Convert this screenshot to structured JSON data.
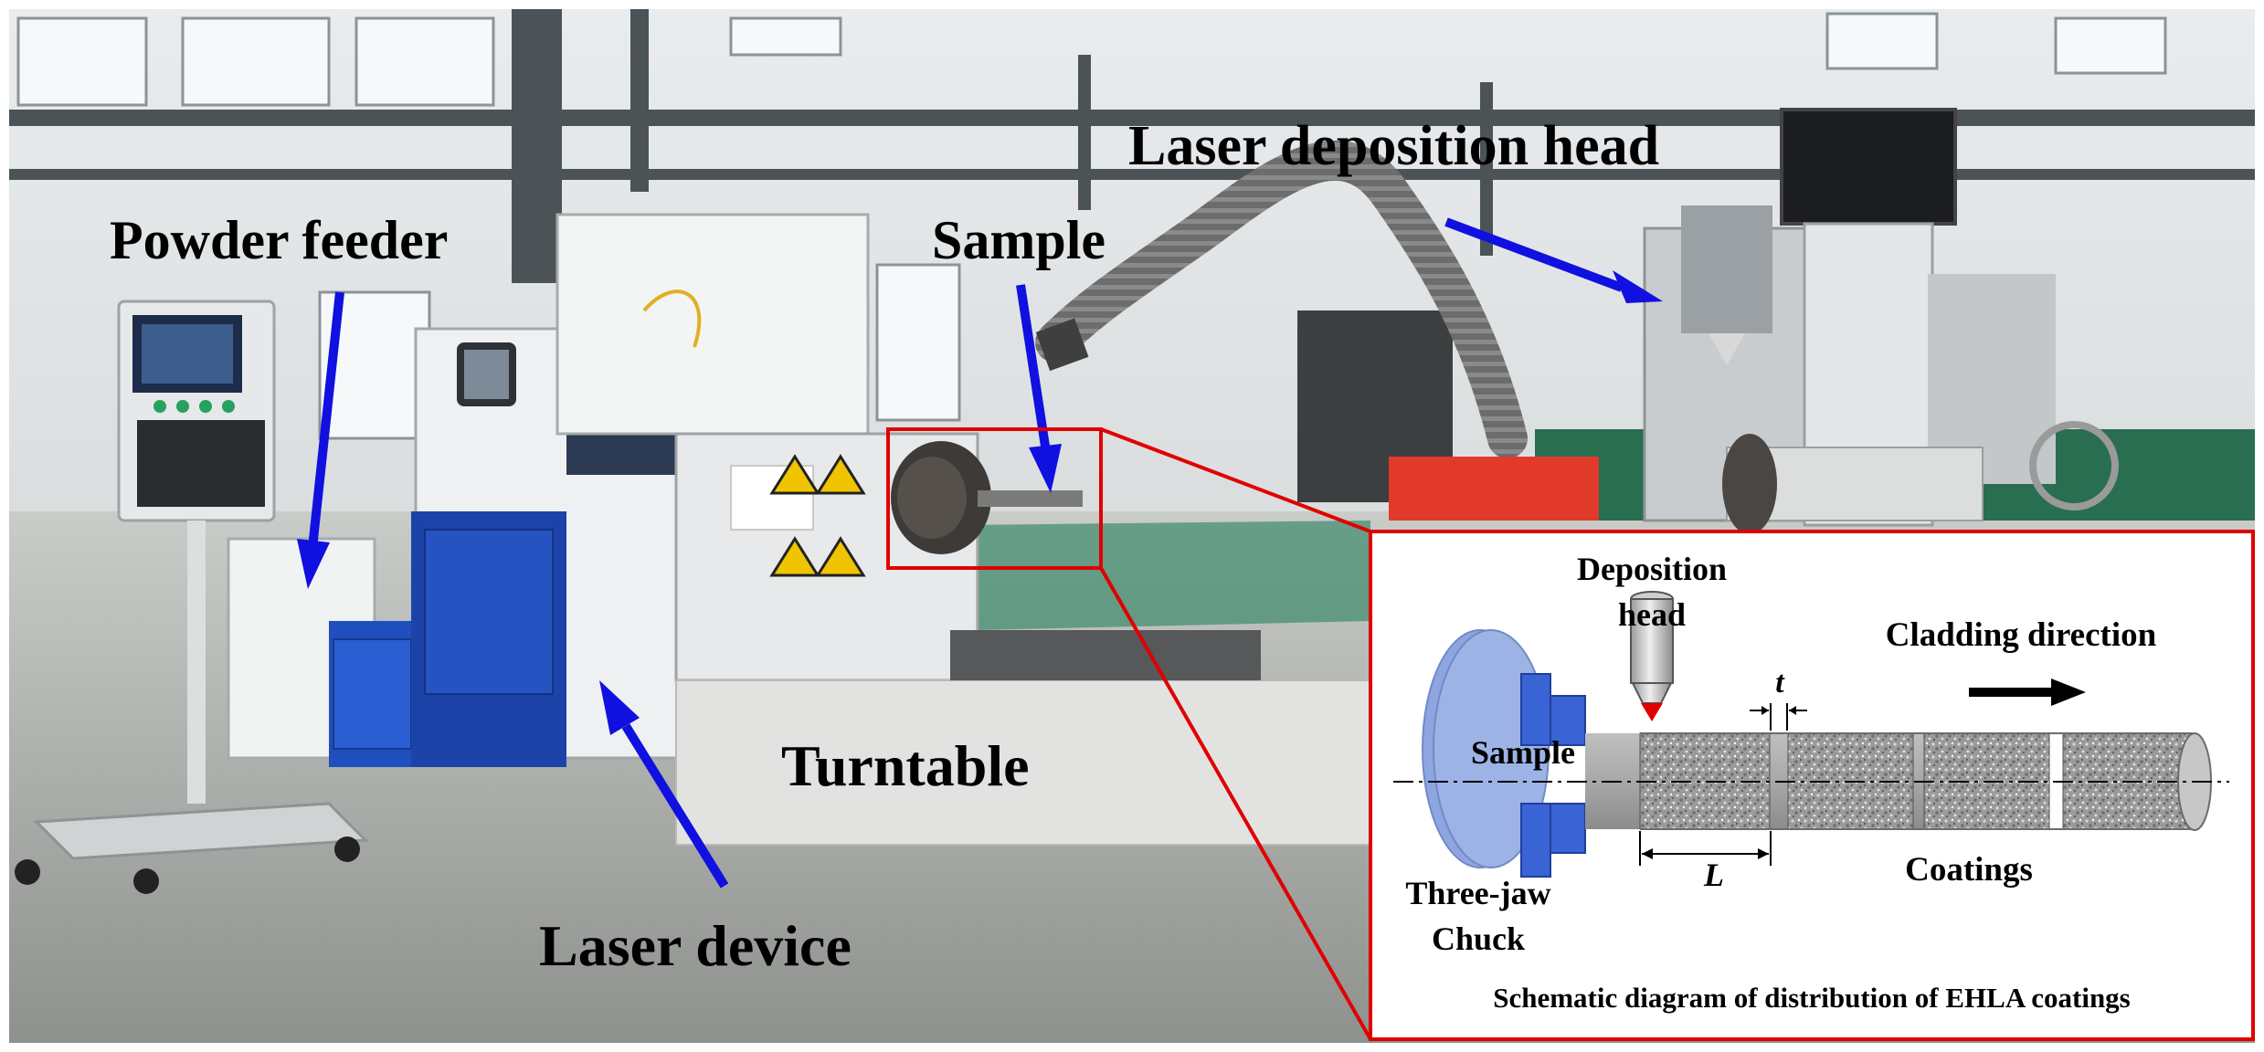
{
  "photo_labels": {
    "powder_feeder": "Powder feeder",
    "sample": "Sample",
    "laser_deposition_head": "Laser deposition head",
    "turntable": "Turntable",
    "laser_device": "Laser device"
  },
  "schematic": {
    "deposition_head": [
      "Deposition",
      "head"
    ],
    "cladding_direction": "Cladding direction",
    "thickness_symbol": "t",
    "sample": "Sample",
    "length_symbol": "L",
    "coatings": "Coatings",
    "three_jaw_chuck": [
      "Three-jaw",
      "Chuck"
    ],
    "caption": "Schematic diagram of distribution of EHLA coatings"
  },
  "colors": {
    "arrow_blue": "#1010e0",
    "highlight_red": "#e00000",
    "chuck_blue": "#8da6e0",
    "jaw_blue": "#3a63d6",
    "coating_gray": "#a9a9a9",
    "floor_green": "#2f7a60",
    "machine_blue": "#1c44a8"
  }
}
